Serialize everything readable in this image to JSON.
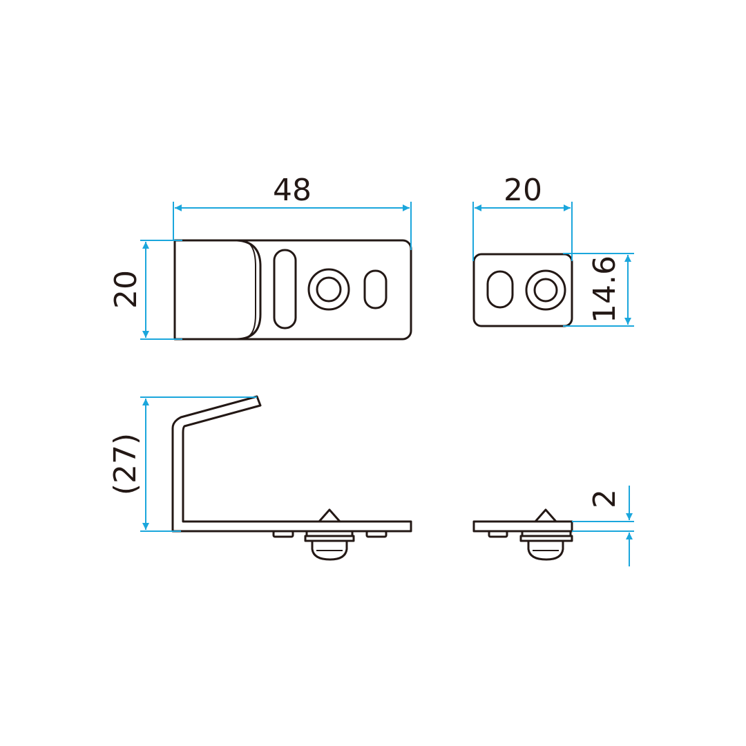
{
  "colors": {
    "outline": "#231815",
    "dimension": "#1aa6dc",
    "background": "#ffffff"
  },
  "dimensions": {
    "top_width": "48",
    "top_height": "20",
    "side_width": "20",
    "side_height": "14.6",
    "front_height": "(27)",
    "front_thickness": "2"
  }
}
